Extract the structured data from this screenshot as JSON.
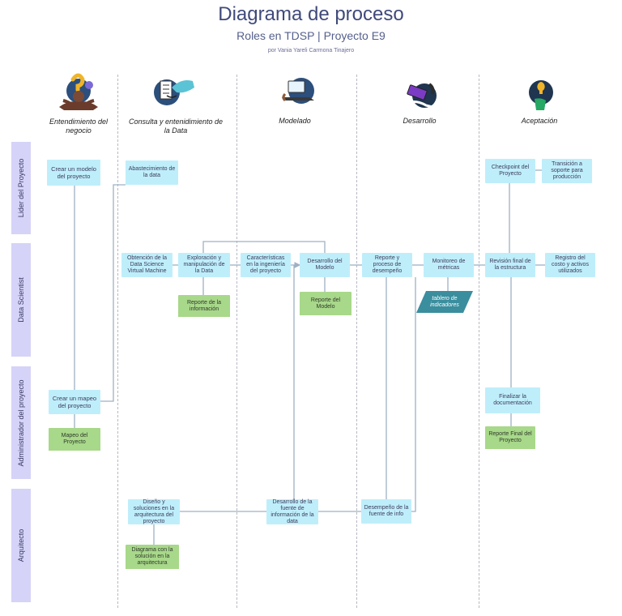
{
  "header": {
    "title": "Diagrama de proceso",
    "subtitle": "Roles en TDSP | Proyecto E9",
    "author": "por Vania Yareli Carmona Tinajero"
  },
  "phases": [
    "Entendimiento del negocio",
    "Consulta y entenidimiento de la Data",
    "Modelado",
    "Desarrollo",
    "Aceptación"
  ],
  "lanes": [
    "Lider del Proyecto",
    "Data Scientist",
    "Administrador del proyecto",
    "Arquitecto"
  ],
  "steps": {
    "crear_modelo": "Crear un modelo del proyecto",
    "abastecimiento": "Abastecimiento de la data",
    "checkpoint": "Checkpoint del Proyecto",
    "transicion": "Transición a soporte para producción",
    "obtencion": "Obtención de la Data Science Virtual Machine",
    "exploracion": "Exploración y manipulación de la Data",
    "caracteristicas": "Características en la ingeniería del proyecto",
    "desarrollo_modelo": "Desarrollo del Modelo",
    "reporte_proceso": "Reporte y proceso de desempeño",
    "monitoreo": "Monitoreo de métricas",
    "revision_final": "Revisión final de la estructura",
    "registro_costo": "Registro del costo y activos utilizados",
    "crear_mapeo": "Crear un mapeo del proyecto",
    "finalizar_doc": "Finalizar la documentación",
    "diseno": "Diseño y soluciones en la arquitectura del proyecto",
    "desarrollo_fuente": "Desarrollo de la fuente de información de la data",
    "desempeno_fuente": "Desempeño de la fuente de info"
  },
  "documents": {
    "reporte_info": "Reporte de la información",
    "reporte_modelo": "Reporte del Modelo",
    "mapeo": "Mapeo del Proyecto",
    "reporte_final": "Reporte Final del Proyecto",
    "diagrama": "Diagrama con la solución en la arquitectura"
  },
  "data_items": {
    "tablero": "tablero de indicadores"
  },
  "colors": {
    "lane": "#d5d3f7",
    "process": "#bfeefb",
    "document": "#a8d88a",
    "data": "#3a8e9e",
    "connector": "#9fb0c4",
    "title": "#3f4a7a"
  },
  "icons": [
    "business-person-icon",
    "checklist-hand-icon",
    "laptop-hands-icon",
    "tablet-hands-icon",
    "lightbulb-hand-icon"
  ]
}
